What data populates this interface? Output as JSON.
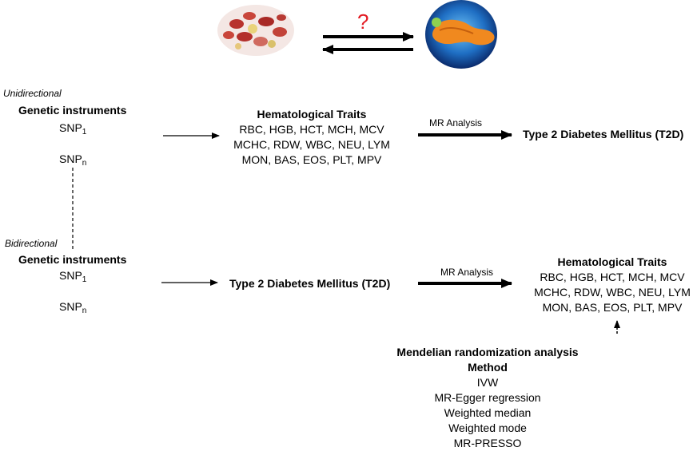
{
  "top": {
    "question_mark": "?",
    "blood_cells_icon": "blood-cells-icon",
    "pancreas_icon": "pancreas-icon"
  },
  "unidirectional": {
    "label": "Unidirectional",
    "instruments_title": "Genetic instruments",
    "snp1": {
      "base": "SNP",
      "sub": "1"
    },
    "snpn": {
      "base": "SNP",
      "sub": "n"
    },
    "exposure": {
      "title": "Hematological Traits",
      "lines": [
        "RBC, HGB, HCT, MCH, MCV",
        "MCHC, RDW, WBC, NEU, LYM",
        "MON, BAS, EOS, PLT, MPV"
      ]
    },
    "mr_label": "MR Analysis",
    "outcome": "Type 2 Diabetes Mellitus (T2D)"
  },
  "bidirectional": {
    "label": "Bidirectional",
    "instruments_title": "Genetic instruments",
    "snp1": {
      "base": "SNP",
      "sub": "1"
    },
    "snpn": {
      "base": "SNP",
      "sub": "n"
    },
    "exposure": "Type 2 Diabetes Mellitus (T2D)",
    "mr_label": "MR Analysis",
    "outcome": {
      "title": "Hematological Traits",
      "lines": [
        "RBC, HGB, HCT, MCH, MCV",
        "MCHC, RDW, WBC, NEU, LYM",
        "MON, BAS, EOS, PLT, MPV"
      ]
    }
  },
  "methods": {
    "title1": "Mendelian randomization analysis",
    "title2": "Method",
    "items": [
      "IVW",
      "MR-Egger regression",
      "Weighted median",
      "Weighted mode",
      "MR-PRESSO"
    ]
  }
}
